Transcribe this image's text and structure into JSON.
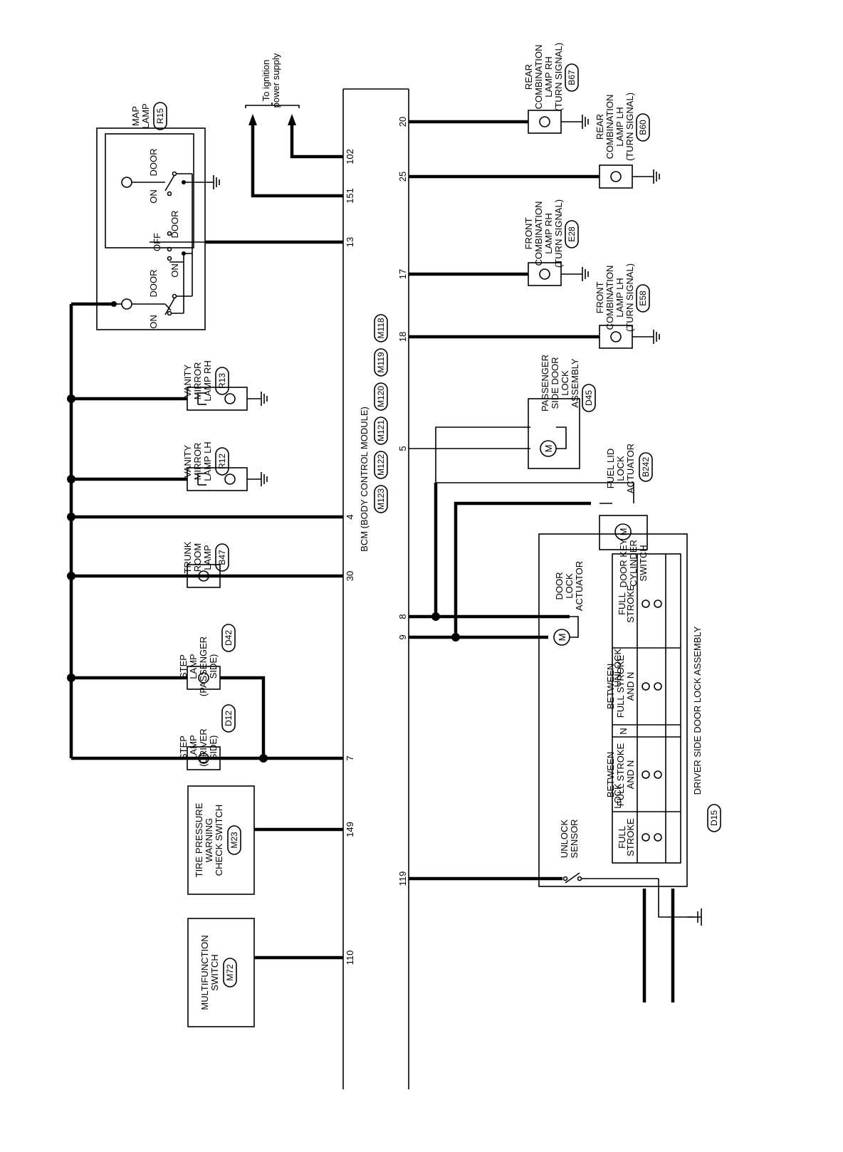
{
  "bcm": {
    "label": "BCM (BODY CONTROL MODULE)",
    "connectors": [
      "M118",
      "M119",
      "M120",
      "M121",
      "M122",
      "M123"
    ]
  },
  "ignition": {
    "line1": "To ignition",
    "line2": "power supply"
  },
  "pins": {
    "p110": "110",
    "p149": "149",
    "p7": "7",
    "p30": "30",
    "p4": "4",
    "p13": "13",
    "p151": "151",
    "p102": "102",
    "p119": "119",
    "p9": "9",
    "p8": "8",
    "p5": "5",
    "p18": "18",
    "p17": "17",
    "p25": "25",
    "p20": "20"
  },
  "components": {
    "multifunction": {
      "lines": [
        "MULTIFUNCTION",
        "SWITCH"
      ],
      "conn": "M72"
    },
    "tire": {
      "lines": [
        "TIRE PRESSURE",
        "WARNING",
        "CHECK SWITCH"
      ],
      "conn": "M23"
    },
    "step_driver": {
      "lines": [
        "STEP",
        "LAMP",
        "(DRIVER",
        "SIDE)"
      ],
      "conn": "D12"
    },
    "step_passenger": {
      "lines": [
        "STEP",
        "LAMP",
        "(PASSENGER",
        "SIDE)"
      ],
      "conn": "D42"
    },
    "trunk": {
      "lines": [
        "TRUNK",
        "ROOM",
        "LAMP"
      ],
      "conn": "B47"
    },
    "vanity_lh": {
      "lines": [
        "VANITY",
        "MIRROR",
        "LAMP LH"
      ],
      "conn": "R12"
    },
    "vanity_rh": {
      "lines": [
        "VANITY",
        "MIRROR",
        "LAMP RH"
      ],
      "conn": "R13"
    },
    "map": {
      "lines": [
        "MAP",
        "LAMP"
      ],
      "conn": "R15",
      "left_on": "ON",
      "left_door": "DOOR",
      "mid_on": "ON",
      "mid_door": "DOOR",
      "mid_off": "OFF",
      "right_on": "ON",
      "right_door": "DOOR"
    },
    "front_lh": {
      "lines": [
        "FRONT",
        "COMBINATION",
        "LAMP LH",
        "(TURN SIGNAL)"
      ],
      "conn": "E58"
    },
    "front_rh": {
      "lines": [
        "FRONT",
        "COMBINATION",
        "LAMP RH",
        "(TURN SIGNAL)"
      ],
      "conn": "E28"
    },
    "rear_lh": {
      "lines": [
        "REAR",
        "COMBINATION",
        "LAMP LH",
        "(TURN SIGNAL)"
      ],
      "conn": "B60"
    },
    "rear_rh": {
      "lines": [
        "REAR",
        "COMBINATION",
        "LAMP RH",
        "(TURN SIGNAL)"
      ],
      "conn": "B67"
    },
    "passenger_door": {
      "lines": [
        "PASSENGER",
        "SIDE DOOR",
        "LOCK",
        "ASSEMBLY"
      ],
      "conn": "D45"
    },
    "fuel_lid": {
      "lines": [
        "FUEL LID",
        "LOCK",
        "ACTUATOR"
      ],
      "conn": "B242"
    },
    "driver_door": {
      "title": "DRIVER SIDE DOOR LOCK ASSEMBLY",
      "conn": "D15",
      "unlock_sensor": [
        "UNLOCK",
        "SENSOR"
      ],
      "actuator": [
        "DOOR",
        "LOCK",
        "ACTUATOR"
      ],
      "key_switch": [
        "DOOR KEY",
        "CYLINDER",
        "SWITCH"
      ],
      "motor": "M"
    }
  },
  "table": {
    "lock": "LOCK",
    "unlock": "UNLOCK",
    "n": "N",
    "full_stroke": [
      "FULL",
      "STROKE"
    ],
    "between": [
      "BETWEEN",
      "FULL STROKE",
      "AND N"
    ]
  },
  "motor_symbol": "M"
}
